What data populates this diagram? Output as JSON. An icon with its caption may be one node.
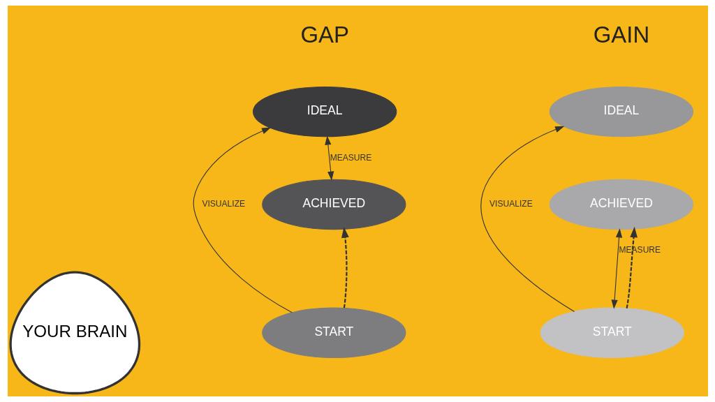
{
  "diagram": {
    "nodes": [
      {
        "text": [
          "IDEAL"
        ]
      },
      {
        "text": [
          "ACHIEVED"
        ]
      },
      {
        "text": [
          "START"
        ]
      },
      {
        "text": [
          "YOUR BRAIN"
        ]
      },
      {
        "text": [
          "IDEAL"
        ]
      },
      {
        "text": [
          "ACHIEVED"
        ]
      },
      {
        "text": [
          "START"
        ]
      }
    ],
    "edges": [
      {
        "from": 2,
        "to": 0,
        "arrow": "to",
        "label": "VISUALIZE"
      },
      {
        "from": 2,
        "to": 1,
        "arrow": "to",
        "style": "dashed"
      },
      {
        "from": 1,
        "to": 0,
        "arrow": "both",
        "label": "MEASURE"
      },
      {
        "from": 6,
        "to": 4,
        "arrow": "to",
        "label": "VISUALIZE"
      },
      {
        "from": 6,
        "to": 5,
        "arrow": "to",
        "style": "dashed"
      },
      {
        "from": 6,
        "to": 5,
        "arrow": "both",
        "label": "MEASURE"
      }
    ],
    "labels": [
      "GAP",
      "GAIN"
    ]
  }
}
